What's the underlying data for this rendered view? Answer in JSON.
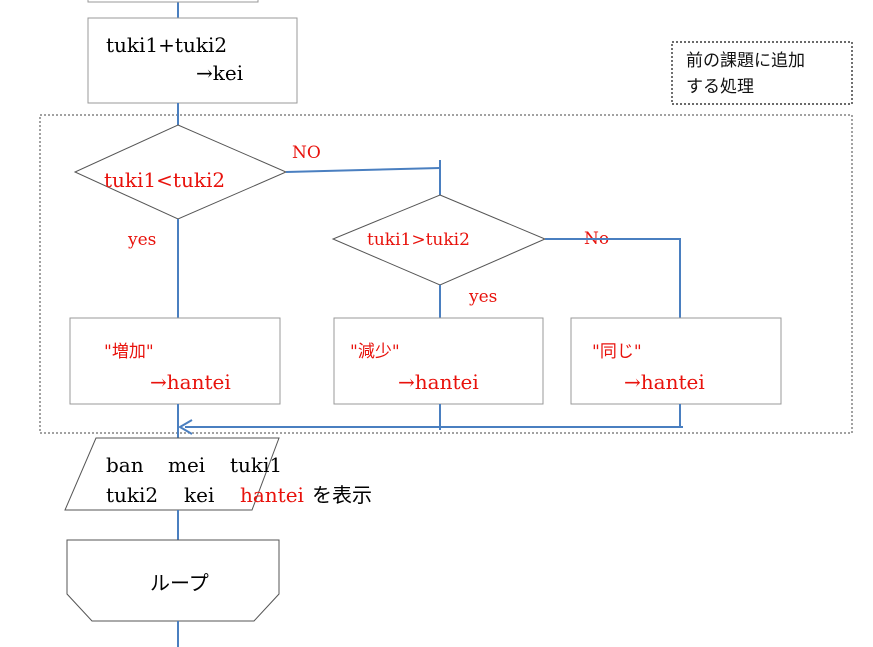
{
  "process": {
    "line1": "tuki1+tuki2",
    "line2": "→kei"
  },
  "note": {
    "line1": "前の課題に追加",
    "line2": "する処理"
  },
  "decision1": {
    "condition": "tuki1<tuki2",
    "no_label": "NO",
    "yes_label": "yes"
  },
  "decision2": {
    "condition": "tuki1>tuki2",
    "no_label": "No",
    "yes_label": "yes"
  },
  "assign_increase": {
    "value": "\"増加\"",
    "target": "→hantei"
  },
  "assign_decrease": {
    "value": "\"減少\"",
    "target": "→hantei"
  },
  "assign_same": {
    "value": "\"同じ\"",
    "target": "→hantei"
  },
  "output": {
    "line1_words": [
      "ban",
      "mei",
      "tuki1"
    ],
    "line2_words": [
      "tuki2",
      "kei"
    ],
    "highlight": "hantei",
    "suffix": "を表示"
  },
  "loop": {
    "label": "ループ"
  },
  "colors": {
    "flow_line": "#4a7fc0",
    "highlight_text": "#e8120c"
  }
}
